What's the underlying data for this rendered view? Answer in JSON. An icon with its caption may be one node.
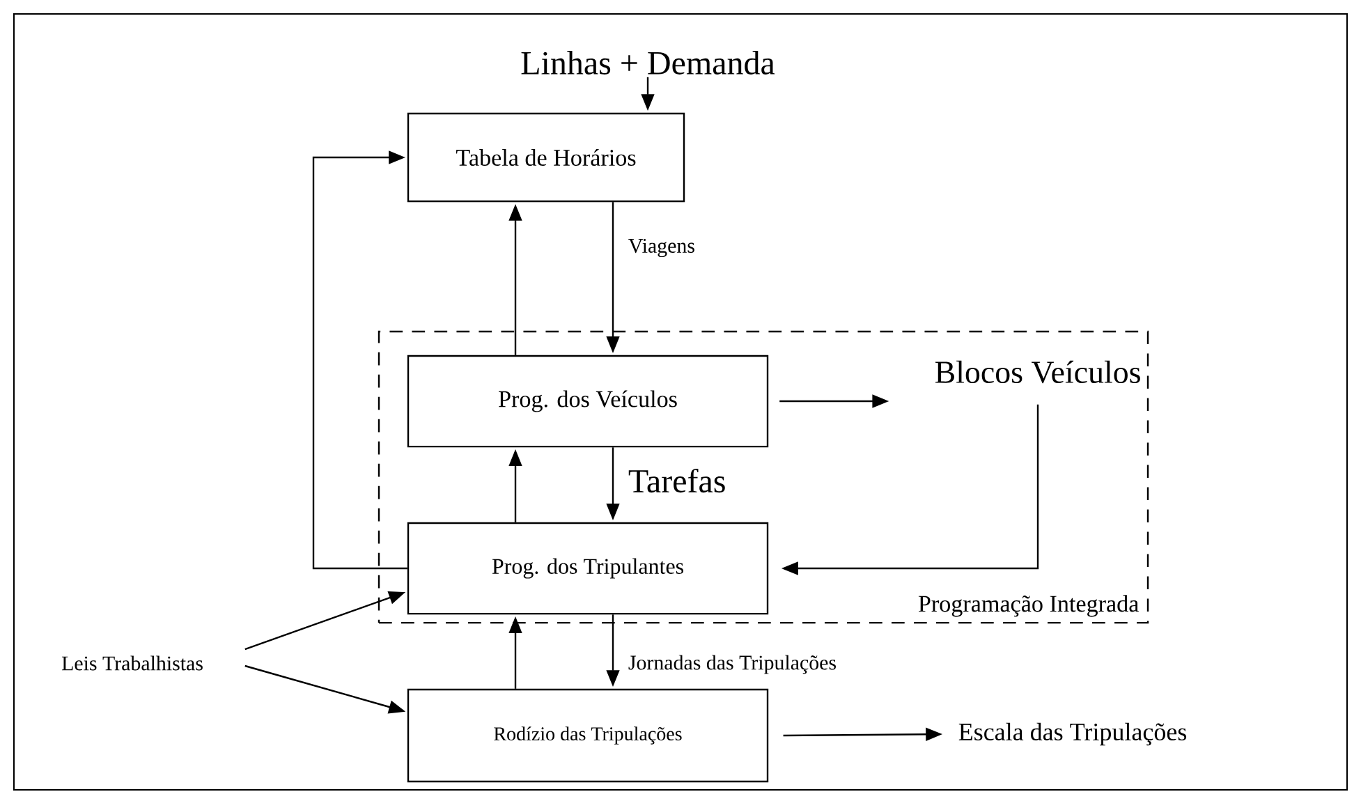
{
  "diagram": {
    "nodes": [
      {
        "text": [
          "Linhas + Demanda"
        ]
      },
      {
        "text": [
          "Tabela de Horários"
        ]
      },
      {
        "text": [
          "Programação Integrada"
        ]
      },
      {
        "text": [
          "Prog. dos Veículos"
        ],
        "in": 2
      },
      {
        "text": [
          "Blocos Veículos"
        ],
        "in": 2
      },
      {
        "text": [
          "Prog. dos Tripulantes"
        ],
        "in": 2
      },
      {
        "text": [
          "Leis Trabalhistas"
        ]
      },
      {
        "text": [
          "Rodízio das Tripulações"
        ]
      },
      {
        "text": [
          "Escala das Tripulações"
        ]
      }
    ],
    "edges": [
      {
        "from": 0,
        "to": 1,
        "arrow": "to"
      },
      {
        "from": 3,
        "to": 1,
        "arrow": "to"
      },
      {
        "from": 1,
        "to": 3,
        "arrow": "to",
        "label": "Viagens"
      },
      {
        "from": 3,
        "to": 4,
        "arrow": "to"
      },
      {
        "from": 5,
        "to": 3,
        "arrow": "to"
      },
      {
        "from": 3,
        "to": 5,
        "arrow": "to",
        "label": "Tarefas"
      },
      {
        "from": 4,
        "to": 5,
        "arrow": "to"
      },
      {
        "from": 5,
        "to": 1,
        "arrow": "to"
      },
      {
        "from": 6,
        "to": 5,
        "arrow": "to"
      },
      {
        "from": 6,
        "to": 7,
        "arrow": "to"
      },
      {
        "from": 7,
        "to": 5,
        "arrow": "to"
      },
      {
        "from": 5,
        "to": 7,
        "arrow": "to",
        "label": "Jornadas das Tripulações"
      },
      {
        "from": 7,
        "to": 8,
        "arrow": "to"
      }
    ]
  }
}
